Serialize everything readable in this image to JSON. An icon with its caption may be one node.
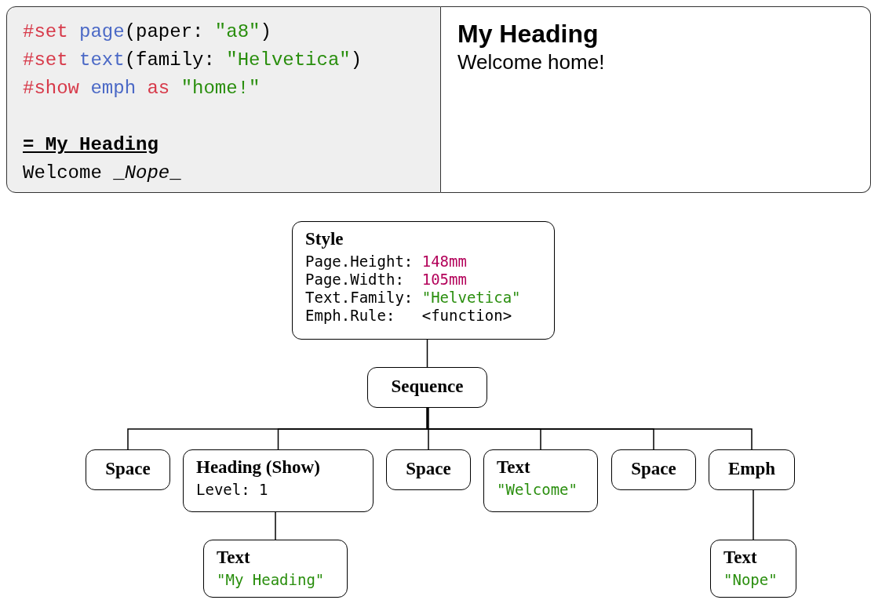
{
  "diagram": {
    "nodes": [
      {
        "text": [
          "#set page(paper: \"a8\")",
          "#set text(family: \"Helvetica\")",
          "#show emph as \"home!\"",
          "= My Heading",
          "Welcome _Nope_"
        ]
      },
      {
        "text": [
          "My Heading",
          "Welcome home!"
        ]
      },
      {
        "text": [
          "Style",
          "Page.Height: 148mm",
          "Page.Width:  105mm",
          "Text.Family: \"Helvetica\"",
          "Emph.Rule:   <function>"
        ]
      },
      {
        "text": [
          "Sequence"
        ]
      },
      {
        "text": [
          "Space"
        ]
      },
      {
        "text": [
          "Heading (Show)",
          "Level: 1"
        ]
      },
      {
        "text": [
          "Space"
        ]
      },
      {
        "text": [
          "Text",
          "\"Welcome\""
        ]
      },
      {
        "text": [
          "Space"
        ]
      },
      {
        "text": [
          "Emph"
        ]
      },
      {
        "text": [
          "Text",
          "\"My Heading\""
        ]
      },
      {
        "text": [
          "Text",
          "\"Nope\""
        ]
      }
    ],
    "edges": [
      {
        "from": 2,
        "to": 3,
        "arrow": "none"
      },
      {
        "from": 3,
        "to": 4,
        "arrow": "none"
      },
      {
        "from": 3,
        "to": 5,
        "arrow": "none"
      },
      {
        "from": 3,
        "to": 6,
        "arrow": "none"
      },
      {
        "from": 3,
        "to": 7,
        "arrow": "none"
      },
      {
        "from": 3,
        "to": 8,
        "arrow": "none"
      },
      {
        "from": 3,
        "to": 9,
        "arrow": "none"
      },
      {
        "from": 5,
        "to": 10,
        "arrow": "none"
      },
      {
        "from": 9,
        "to": 11,
        "arrow": "none"
      }
    ]
  }
}
